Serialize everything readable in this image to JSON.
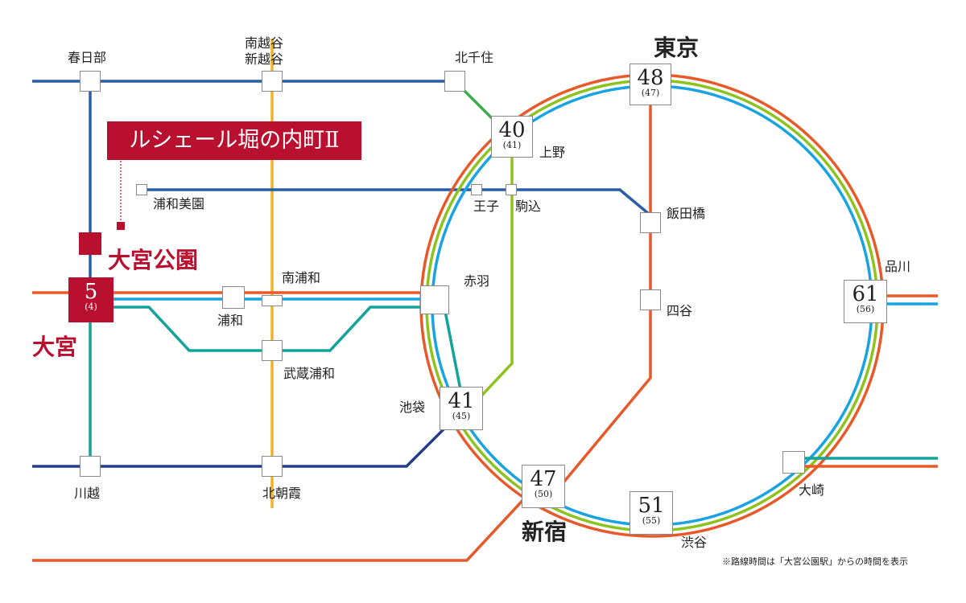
{
  "title": "ルシェール堀の内町Ⅱ",
  "footnote": "※路線時間は「大宮公園駅」からの時間を表示",
  "colors": {
    "jr_yamanote": "#8dc21f",
    "jr_orange": "#e8592a",
    "jr_keihin": "#19a3e0",
    "jr_kawagoe": "#14a39a",
    "tobu_blue": "#2a5da8",
    "tobu_navy": "#233e8b",
    "musashino": "#f0b323",
    "hibiya_green": "#3aae4a",
    "accent_red": "#b8102e"
  },
  "major_stations": {
    "tokyo": {
      "name": "東京",
      "time": "48",
      "sub": "(47)"
    },
    "ueno": {
      "name": "上野",
      "time": "40",
      "sub": "(41)"
    },
    "shinagawa": {
      "name": "品川",
      "time": "61",
      "sub": "(56)"
    },
    "ikebukuro": {
      "name": "池袋",
      "time": "41",
      "sub": "(45)"
    },
    "shinjuku": {
      "name": "新宿",
      "time": "47",
      "sub": "(50)"
    },
    "shibuya": {
      "name": "渋谷",
      "time": "51",
      "sub": "(55)"
    },
    "omiya": {
      "name": "大宮",
      "time": "5",
      "sub": "(4)"
    }
  },
  "stations": {
    "kasukabe": "春日部",
    "minamikoshigaya": "南越谷",
    "shinkoshigaya": "新越谷",
    "kitasenju": "北千住",
    "urawamisono": "浦和美園",
    "oji": "王子",
    "komagome": "駒込",
    "iidabashi": "飯田橋",
    "yotsuya": "四谷",
    "omiyakoen": "大宮公園",
    "minamiurawa": "南浦和",
    "urawa": "浦和",
    "akabane": "赤羽",
    "musashiurawa": "武蔵浦和",
    "kawagoe": "川越",
    "kitaasaka": "北朝霞",
    "osaki": "大崎"
  }
}
